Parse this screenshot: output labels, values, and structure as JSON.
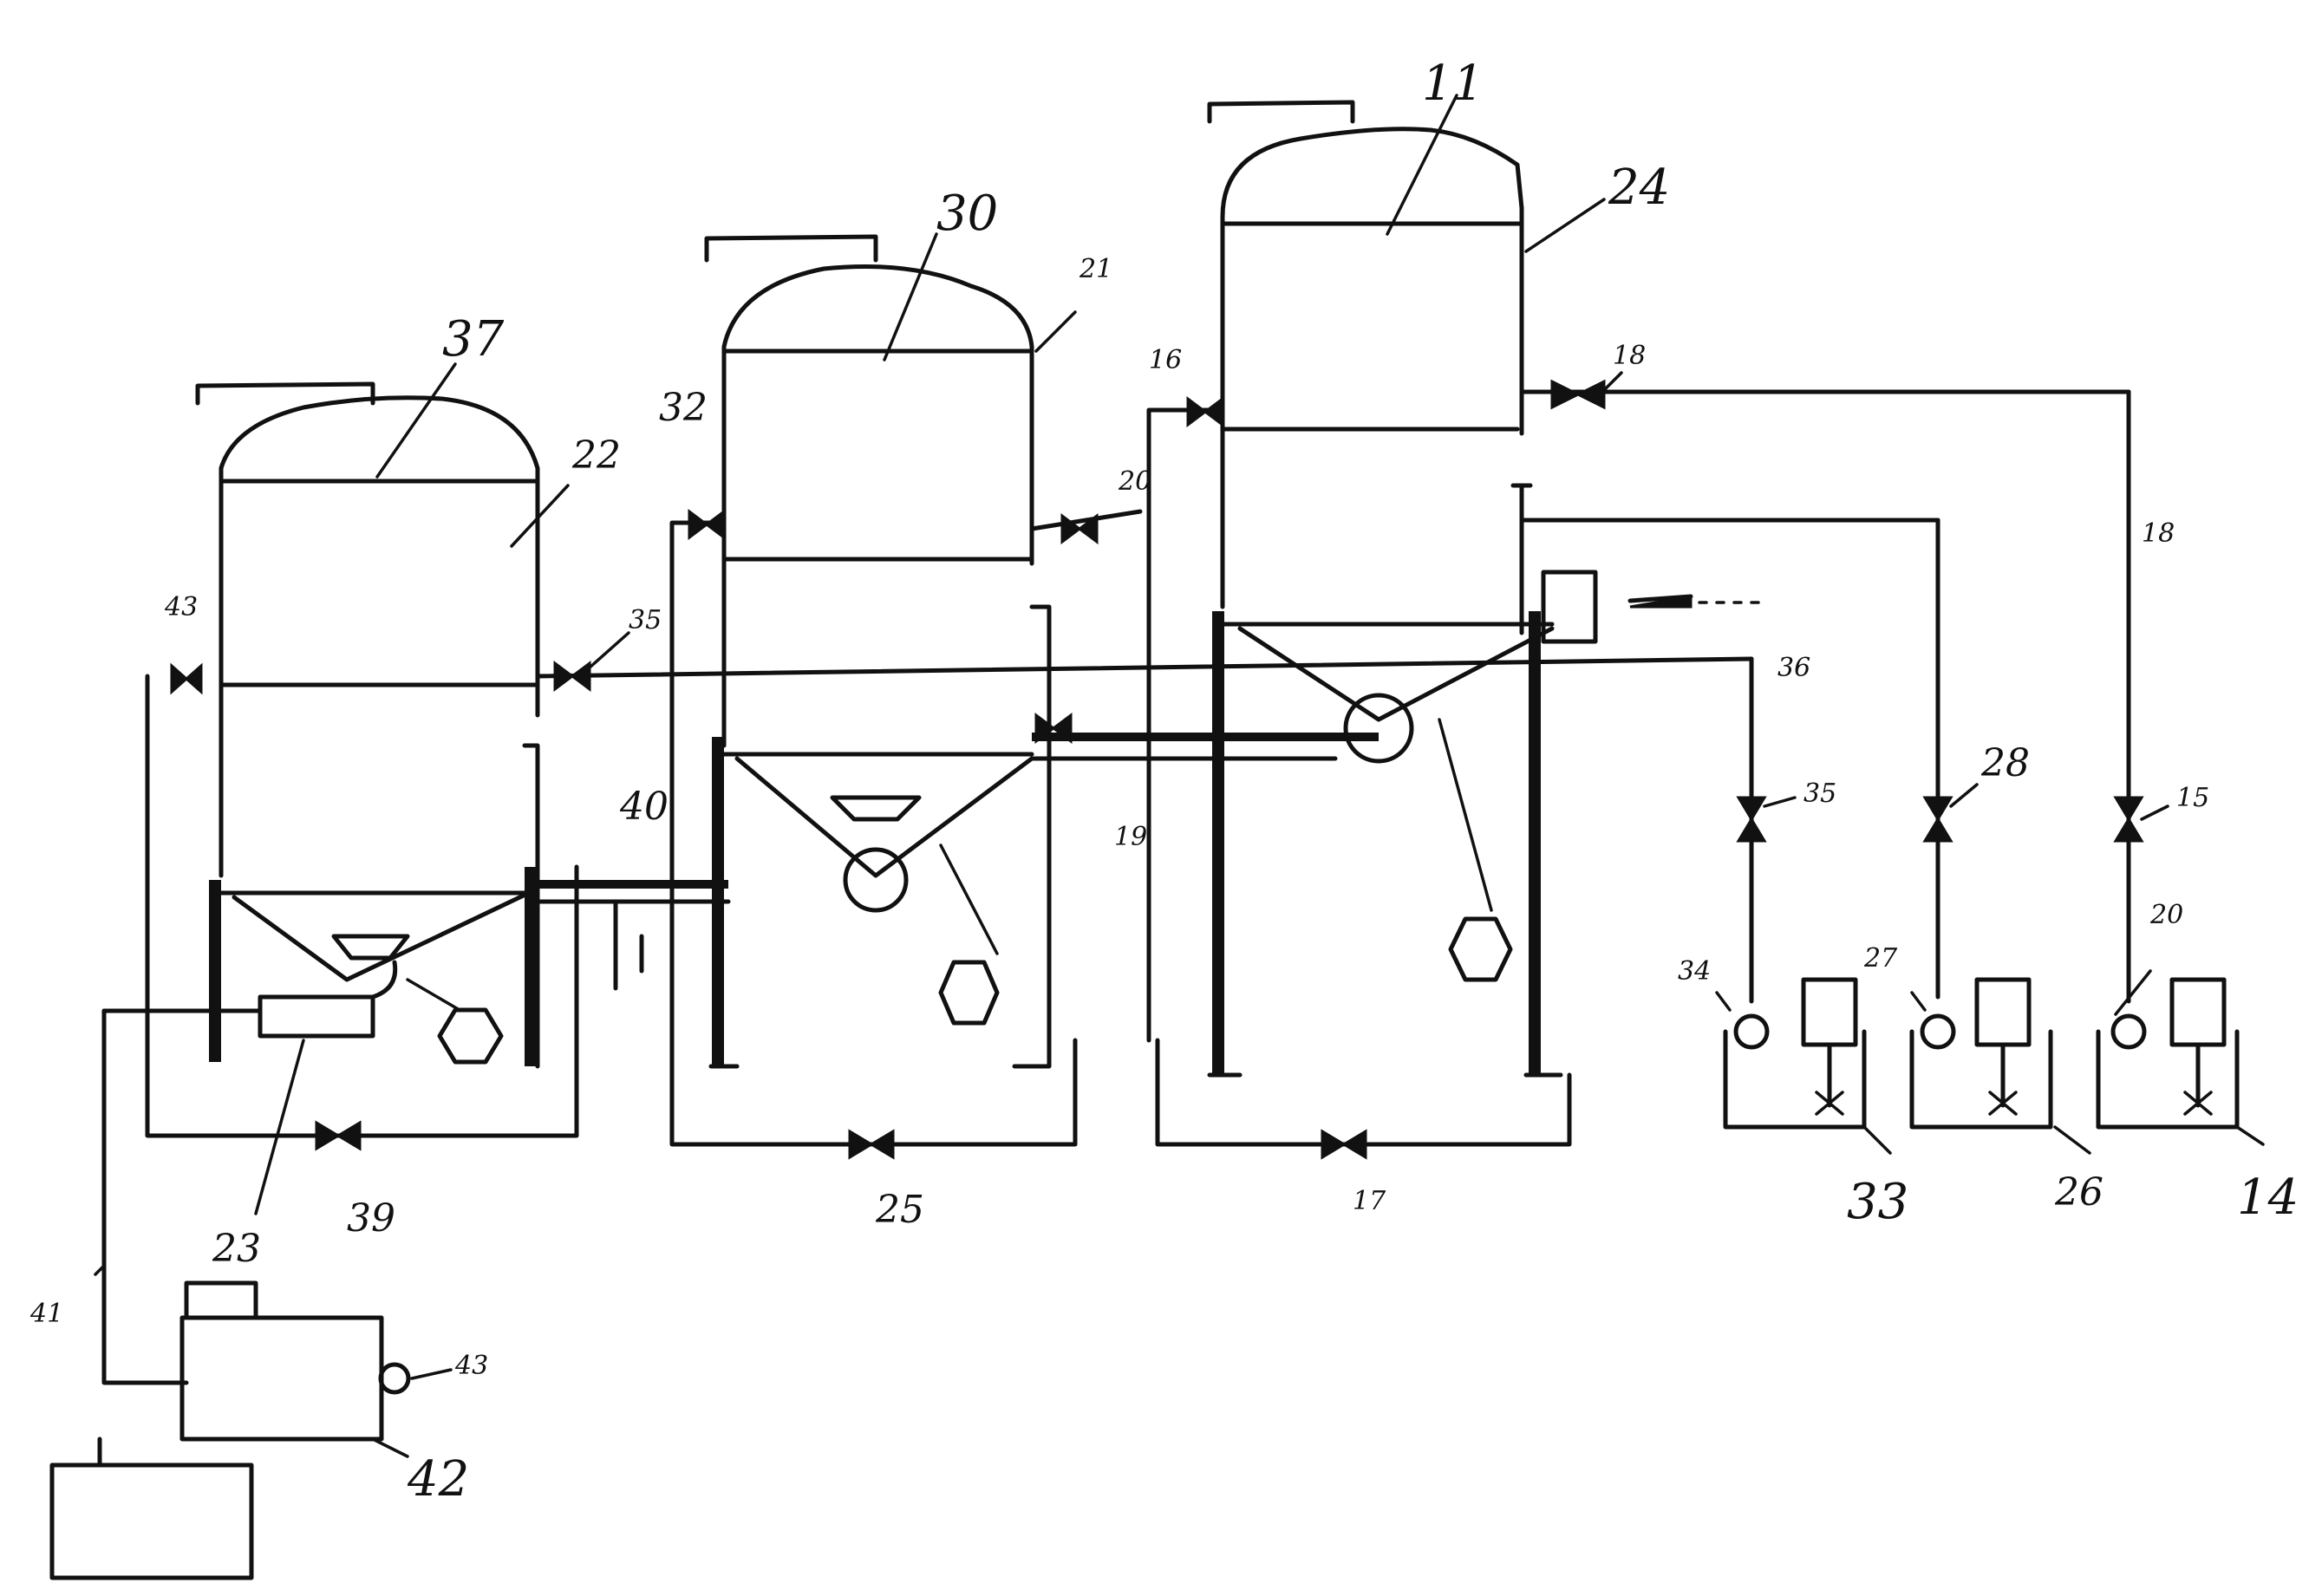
{
  "labels": {
    "l11": "11",
    "l24": "24",
    "l30": "30",
    "l21": "21",
    "l37": "37",
    "l22": "22",
    "l32": "32",
    "l16": "16",
    "l18a": "18",
    "l18b": "18",
    "l20": "20",
    "l35a": "35",
    "l43": "43",
    "l40": "40",
    "l36": "36",
    "l35b": "35",
    "l28": "28",
    "l15": "15",
    "l34": "34",
    "l27": "27",
    "l19": "19",
    "l33": "33",
    "l26": "26",
    "l14": "14",
    "l23": "23",
    "l39": "39",
    "l25": "25",
    "l17": "17",
    "l41": "41",
    "l43b": "43",
    "l42": "42",
    "l20b": "20"
  }
}
